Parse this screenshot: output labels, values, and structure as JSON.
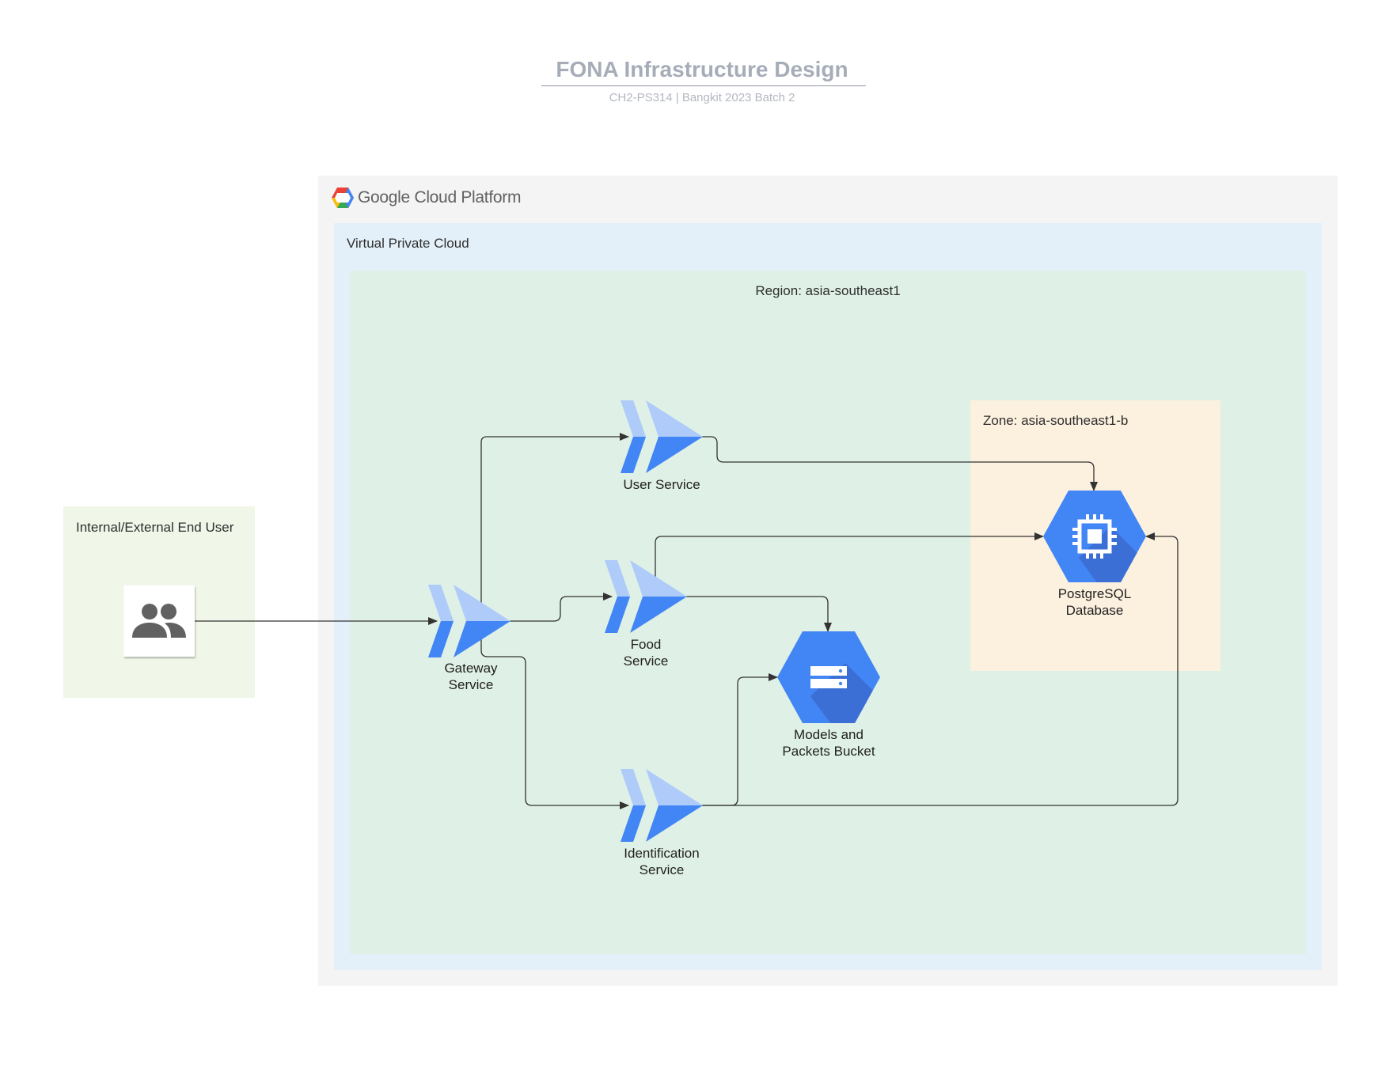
{
  "header": {
    "title": "FONA Infrastructure Design",
    "subtitle": "CH2-PS314  |  Bangkit 2023 Batch 2"
  },
  "containers": {
    "platform_logo": "Google Cloud Platform",
    "vpc": "Virtual Private Cloud",
    "region": "Region: asia-southeast1",
    "zone": "Zone: asia-southeast1-b",
    "user_group": "Internal/External End User"
  },
  "nodes": {
    "gateway": {
      "label_line1": "Gateway",
      "label_line2": "Service",
      "icon": "cloud-run-icon"
    },
    "user_service": {
      "label": "User Service",
      "icon": "cloud-run-icon"
    },
    "food": {
      "label_line1": "Food",
      "label_line2": "Service",
      "icon": "cloud-run-icon"
    },
    "identification": {
      "label_line1": "Identification",
      "label_line2": "Service",
      "icon": "cloud-run-icon"
    },
    "bucket": {
      "label_line1": "Models and",
      "label_line2": "Packets Bucket",
      "icon": "cloud-storage-icon"
    },
    "database": {
      "label_line1": "PostgreSQL",
      "label_line2": "Database",
      "icon": "compute-engine-icon"
    },
    "end_user": {
      "icon": "people-icon"
    }
  },
  "edges": [
    {
      "from": "end_user",
      "to": "gateway"
    },
    {
      "from": "gateway",
      "to": "user_service"
    },
    {
      "from": "gateway",
      "to": "food"
    },
    {
      "from": "gateway",
      "to": "identification"
    },
    {
      "from": "user_service",
      "to": "database"
    },
    {
      "from": "food",
      "to": "database"
    },
    {
      "from": "food",
      "to": "bucket"
    },
    {
      "from": "identification",
      "to": "bucket"
    },
    {
      "from": "identification",
      "to": "database"
    }
  ],
  "colors": {
    "cloud_run_light": "#aecbfa",
    "cloud_run_dark": "#4285f4",
    "hexagon_blue": "#4285f4",
    "hexagon_shadow": "#3b6fd6",
    "connector": "#333333"
  }
}
